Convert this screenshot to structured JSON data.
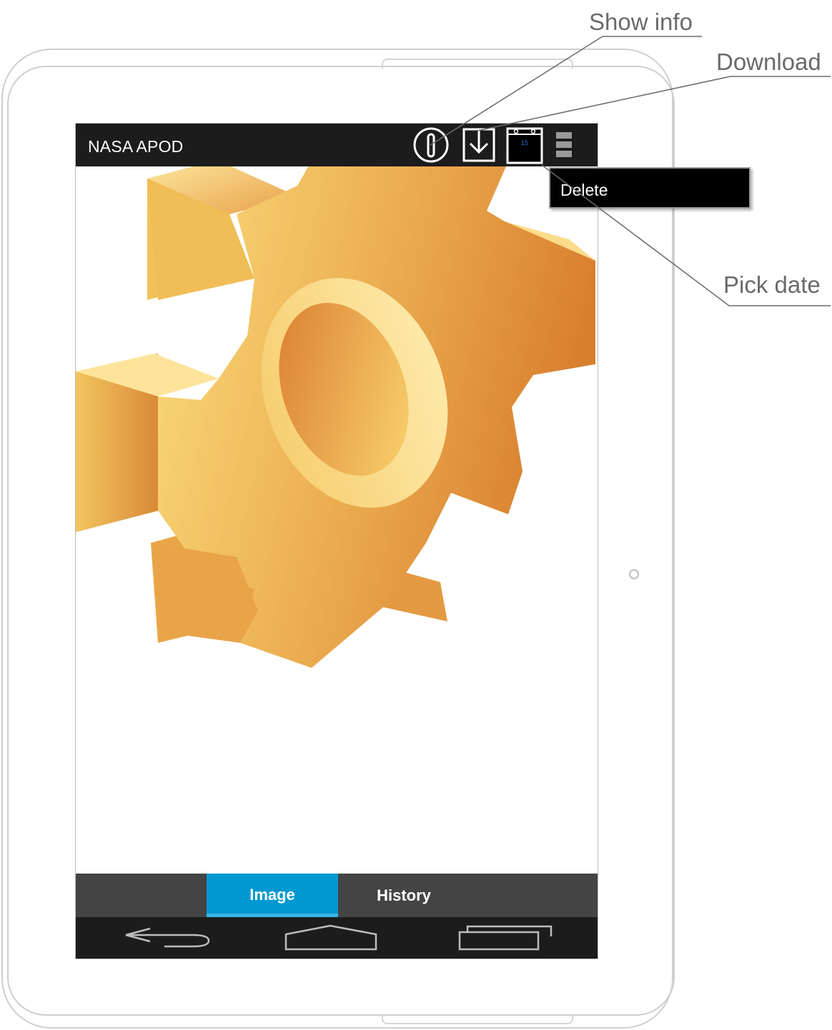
{
  "app": {
    "title": "NASA APOD"
  },
  "toolbar": {
    "info_icon": "info-circle-icon",
    "download_icon": "download-icon",
    "calendar_icon": "calendar-icon",
    "calendar_day": "15",
    "overflow_icon": "overflow-menu-icon"
  },
  "overflow_menu": {
    "items": [
      {
        "label": "Delete"
      }
    ]
  },
  "content": {
    "image": "gear-image"
  },
  "tabs": [
    {
      "label": "Image",
      "selected": true
    },
    {
      "label": "History",
      "selected": false
    }
  ],
  "navigation": {
    "back_icon": "back-arrow-icon",
    "home_icon": "home-icon",
    "recents_icon": "recent-apps-icon"
  },
  "callouts": {
    "show_info": "Show info",
    "download": "Download",
    "pick_date": "Pick date"
  },
  "colors": {
    "action_bar": "#1c1c1c",
    "tab_bar": "#444444",
    "tab_selected": "#0098d0",
    "gear_light": "#fbe08a",
    "gear_dark": "#d87f30"
  }
}
